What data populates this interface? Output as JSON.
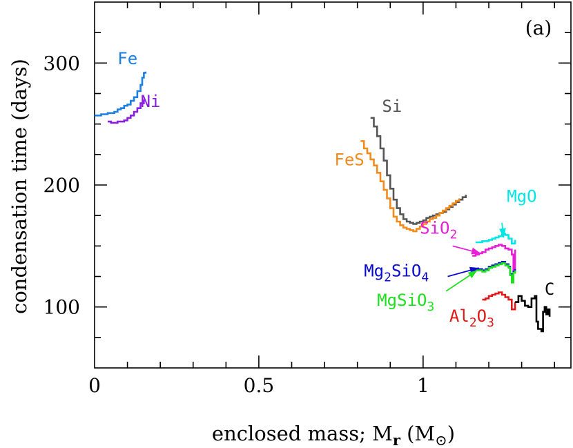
{
  "chart_data": {
    "type": "line",
    "panel_label": "(a)",
    "xlabel": "enclosed mass; M",
    "xlabel_sub": "r",
    "xlabel_unit_open": " (M",
    "xlabel_unit_symbol": "⊙",
    "xlabel_unit_close": ")",
    "ylabel": "condensation time (days)",
    "xlim": [
      0,
      1.45
    ],
    "ylim": [
      50,
      350
    ],
    "xticks": [
      {
        "value": 0,
        "label": "0"
      },
      {
        "value": 0.5,
        "label": "0.5"
      },
      {
        "value": 1,
        "label": "1"
      }
    ],
    "yticks": [
      {
        "value": 100,
        "label": "100"
      },
      {
        "value": 200,
        "label": "200"
      },
      {
        "value": 300,
        "label": "300"
      }
    ],
    "x_minor_step": 0.1,
    "y_minor_step": 25,
    "grid": false,
    "series": [
      {
        "name": "Fe",
        "color": "#1a7fe0",
        "label_parts": [
          [
            "Fe",
            ""
          ]
        ],
        "points": [
          [
            0.0,
            257
          ],
          [
            0.01,
            257
          ],
          [
            0.02,
            258
          ],
          [
            0.03,
            258
          ],
          [
            0.04,
            259
          ],
          [
            0.05,
            259
          ],
          [
            0.06,
            260
          ],
          [
            0.07,
            262
          ],
          [
            0.08,
            263
          ],
          [
            0.09,
            265
          ],
          [
            0.1,
            266
          ],
          [
            0.11,
            269
          ],
          [
            0.12,
            272
          ],
          [
            0.13,
            277
          ],
          [
            0.14,
            282
          ],
          [
            0.145,
            288
          ],
          [
            0.15,
            292
          ],
          [
            0.155,
            293
          ]
        ]
      },
      {
        "name": "Ni",
        "color": "#8a1ee0",
        "label_parts": [
          [
            "Ni",
            ""
          ]
        ],
        "points": [
          [
            0.04,
            252
          ],
          [
            0.05,
            251
          ],
          [
            0.06,
            251
          ],
          [
            0.07,
            252
          ],
          [
            0.08,
            252
          ],
          [
            0.09,
            253
          ],
          [
            0.1,
            255
          ],
          [
            0.11,
            257
          ],
          [
            0.12,
            260
          ],
          [
            0.13,
            263
          ],
          [
            0.14,
            267
          ],
          [
            0.15,
            270
          ]
        ]
      },
      {
        "name": "Si",
        "color": "#555555",
        "label_parts": [
          [
            "Si",
            ""
          ]
        ],
        "points": [
          [
            0.84,
            255
          ],
          [
            0.85,
            248
          ],
          [
            0.86,
            240
          ],
          [
            0.87,
            230
          ],
          [
            0.88,
            220
          ],
          [
            0.89,
            208
          ],
          [
            0.9,
            197
          ],
          [
            0.91,
            188
          ],
          [
            0.92,
            181
          ],
          [
            0.93,
            176
          ],
          [
            0.94,
            172
          ],
          [
            0.95,
            170
          ],
          [
            0.96,
            169
          ],
          [
            0.97,
            168
          ],
          [
            0.98,
            169
          ],
          [
            0.99,
            170
          ],
          [
            1.0,
            171
          ],
          [
            1.01,
            173
          ],
          [
            1.02,
            174
          ],
          [
            1.03,
            175
          ],
          [
            1.04,
            176
          ],
          [
            1.05,
            177
          ],
          [
            1.06,
            178
          ],
          [
            1.07,
            180
          ],
          [
            1.08,
            182
          ],
          [
            1.09,
            184
          ],
          [
            1.1,
            186
          ],
          [
            1.11,
            188
          ],
          [
            1.12,
            190
          ],
          [
            1.13,
            192
          ]
        ]
      },
      {
        "name": "FeS",
        "color": "#f28a1c",
        "label_parts": [
          [
            "FeS",
            ""
          ]
        ],
        "points": [
          [
            0.81,
            236
          ],
          [
            0.82,
            230
          ],
          [
            0.83,
            226
          ],
          [
            0.84,
            221
          ],
          [
            0.85,
            216
          ],
          [
            0.86,
            210
          ],
          [
            0.87,
            203
          ],
          [
            0.88,
            196
          ],
          [
            0.89,
            189
          ],
          [
            0.9,
            181
          ],
          [
            0.91,
            174
          ],
          [
            0.92,
            170
          ],
          [
            0.93,
            167
          ],
          [
            0.94,
            165
          ],
          [
            0.95,
            164
          ],
          [
            0.96,
            163
          ],
          [
            0.97,
            162
          ],
          [
            0.98,
            164
          ],
          [
            0.99,
            166
          ],
          [
            1.0,
            168
          ],
          [
            1.01,
            170
          ],
          [
            1.02,
            172
          ],
          [
            1.03,
            173
          ],
          [
            1.04,
            175
          ],
          [
            1.05,
            177
          ],
          [
            1.06,
            179
          ],
          [
            1.07,
            181
          ],
          [
            1.08,
            183
          ],
          [
            1.09,
            185
          ],
          [
            1.1,
            187
          ],
          [
            1.11,
            189
          ]
        ]
      },
      {
        "name": "MgO",
        "color": "#00e5e5",
        "label_parts": [
          [
            "MgO",
            ""
          ]
        ],
        "points": [
          [
            1.16,
            153
          ],
          [
            1.17,
            153
          ],
          [
            1.18,
            154
          ],
          [
            1.19,
            154
          ],
          [
            1.2,
            155
          ],
          [
            1.21,
            156
          ],
          [
            1.22,
            157
          ],
          [
            1.23,
            158
          ],
          [
            1.24,
            160
          ],
          [
            1.25,
            159
          ],
          [
            1.26,
            156
          ],
          [
            1.27,
            152
          ],
          [
            1.28,
            155
          ]
        ]
      },
      {
        "name": "SiO2",
        "color": "#e81ed8",
        "label_parts": [
          [
            "SiO",
            ""
          ],
          [
            "2",
            "sub"
          ]
        ],
        "points": [
          [
            1.15,
            142
          ],
          [
            1.16,
            143
          ],
          [
            1.17,
            144
          ],
          [
            1.18,
            145
          ],
          [
            1.19,
            147
          ],
          [
            1.2,
            148
          ],
          [
            1.21,
            149
          ],
          [
            1.22,
            150
          ],
          [
            1.23,
            151
          ],
          [
            1.24,
            150
          ],
          [
            1.25,
            148
          ],
          [
            1.26,
            147
          ],
          [
            1.27,
            143
          ],
          [
            1.275,
            129
          ],
          [
            1.28,
            147
          ]
        ]
      },
      {
        "name": "Mg2SiO4",
        "color": "#0a0ad0",
        "label_parts": [
          [
            "Mg",
            ""
          ],
          [
            "2",
            "sub"
          ],
          [
            "SiO",
            ""
          ],
          [
            "4",
            "sub"
          ]
        ],
        "points": [
          [
            1.16,
            131
          ],
          [
            1.17,
            131
          ],
          [
            1.18,
            130
          ],
          [
            1.19,
            131
          ],
          [
            1.2,
            133
          ],
          [
            1.21,
            134
          ],
          [
            1.22,
            135
          ],
          [
            1.23,
            136
          ],
          [
            1.24,
            137
          ],
          [
            1.25,
            135
          ],
          [
            1.26,
            133
          ],
          [
            1.265,
            127
          ],
          [
            1.27,
            121
          ],
          [
            1.275,
            129
          ],
          [
            1.28,
            131
          ]
        ]
      },
      {
        "name": "MgSiO3",
        "color": "#1ee01e",
        "label_parts": [
          [
            "MgSiO",
            ""
          ],
          [
            "3",
            "sub"
          ]
        ],
        "points": [
          [
            1.16,
            130
          ],
          [
            1.17,
            130
          ],
          [
            1.18,
            129
          ],
          [
            1.19,
            130
          ],
          [
            1.2,
            132
          ],
          [
            1.21,
            133
          ],
          [
            1.22,
            134
          ],
          [
            1.23,
            135
          ],
          [
            1.24,
            136
          ],
          [
            1.25,
            134
          ],
          [
            1.26,
            132
          ],
          [
            1.265,
            126
          ],
          [
            1.27,
            120
          ],
          [
            1.275,
            128
          ],
          [
            1.28,
            130
          ]
        ]
      },
      {
        "name": "Al2O3",
        "color": "#e01818",
        "label_parts": [
          [
            "Al",
            ""
          ],
          [
            "2",
            "sub"
          ],
          [
            "O",
            ""
          ],
          [
            "3",
            "sub"
          ]
        ],
        "points": [
          [
            1.18,
            106
          ],
          [
            1.19,
            107
          ],
          [
            1.2,
            109
          ],
          [
            1.21,
            110
          ],
          [
            1.22,
            111
          ],
          [
            1.23,
            112
          ],
          [
            1.24,
            110
          ],
          [
            1.25,
            108
          ],
          [
            1.26,
            106
          ],
          [
            1.27,
            98
          ],
          [
            1.28,
            104
          ]
        ]
      },
      {
        "name": "C",
        "color": "#000000",
        "label_parts": [
          [
            "C",
            ""
          ]
        ],
        "points": [
          [
            1.28,
            104
          ],
          [
            1.29,
            109
          ],
          [
            1.3,
            105
          ],
          [
            1.31,
            101
          ],
          [
            1.32,
            100
          ],
          [
            1.33,
            107
          ],
          [
            1.34,
            109
          ],
          [
            1.345,
            88
          ],
          [
            1.35,
            82
          ],
          [
            1.36,
            80
          ],
          [
            1.365,
            96
          ],
          [
            1.37,
            100
          ],
          [
            1.375,
            94
          ],
          [
            1.38,
            98
          ],
          [
            1.385,
            92
          ]
        ]
      }
    ],
    "labels": [
      {
        "series": "Fe",
        "x": 0.07,
        "y": 299
      },
      {
        "series": "Ni",
        "x": 0.14,
        "y": 264
      },
      {
        "series": "Si",
        "x": 0.875,
        "y": 260
      },
      {
        "series": "FeS",
        "x": 0.73,
        "y": 216
      },
      {
        "series": "MgO",
        "x": 1.255,
        "y": 186
      },
      {
        "series": "SiO2",
        "x": 0.99,
        "y": 160
      },
      {
        "series": "Mg2SiO4",
        "x": 0.82,
        "y": 125
      },
      {
        "series": "MgSiO3",
        "x": 0.86,
        "y": 101
      },
      {
        "series": "Al2O3",
        "x": 1.08,
        "y": 88
      },
      {
        "series": "C",
        "x": 1.37,
        "y": 110
      }
    ],
    "arrows": [
      {
        "series": "MgO",
        "from": [
          1.24,
          169
        ],
        "to": [
          1.245,
          157
        ]
      },
      {
        "series": "SiO2",
        "from": [
          1.09,
          150
        ],
        "to": [
          1.175,
          144
        ]
      },
      {
        "series": "Mg2SiO4",
        "from": [
          1.075,
          125
        ],
        "to": [
          1.17,
          132
        ]
      },
      {
        "series": "MgSiO3",
        "from": [
          1.07,
          113
        ],
        "to": [
          1.165,
          130
        ]
      }
    ]
  }
}
